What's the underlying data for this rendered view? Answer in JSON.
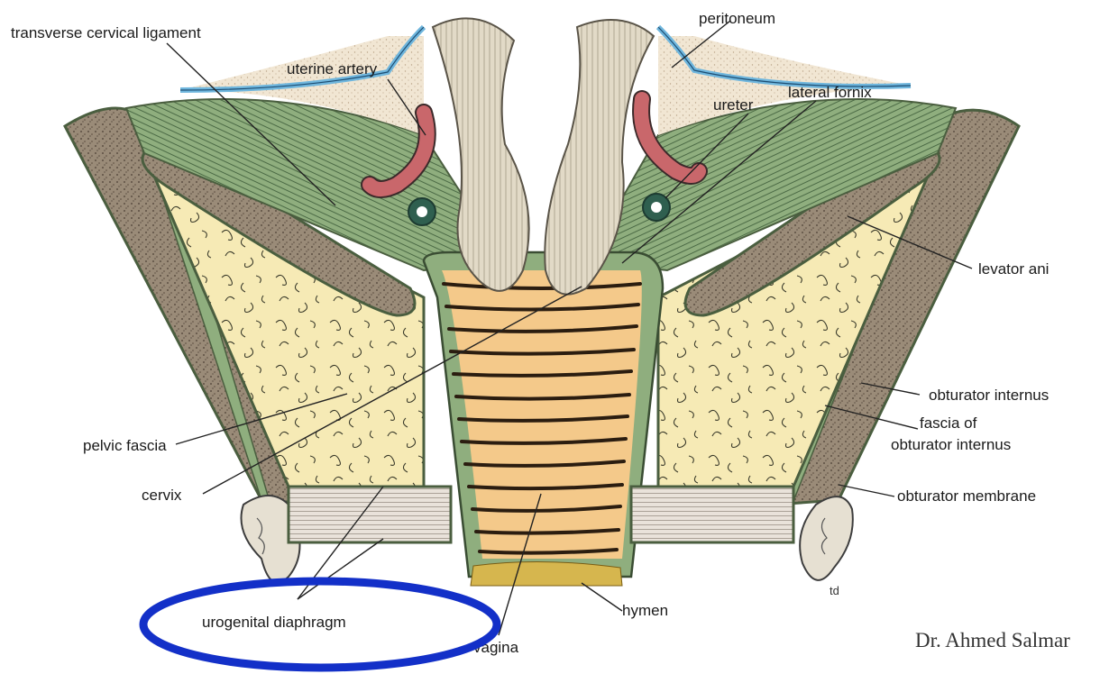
{
  "labels": {
    "transverse_cervical_ligament": "transverse cervical ligament",
    "uterine_artery": "uterine artery",
    "peritoneum": "peritoneum",
    "lateral_fornix": "lateral fornix",
    "ureter": "ureter",
    "levator_ani": "levator ani",
    "obturator_internus": "obturator internus",
    "fascia_of_obturator_internus_line1": "fascia of",
    "fascia_of_obturator_internus_line2": "obturator internus",
    "obturator_membrane": "obturator membrane",
    "pelvic_fascia": "pelvic fascia",
    "cervix": "cervix",
    "urogenital_diaphragm": "urogenital diaphragm",
    "vagina": "vagina",
    "hymen": "hymen"
  },
  "artist_signature": "td",
  "credit": "Dr. Ahmed Salmar",
  "highlight": {
    "target": "urogenital diaphragm",
    "color": "#1330c8"
  },
  "colors": {
    "muscle_green": "#8fae7e",
    "fat_yellow": "#f6eab5",
    "vagina_orange": "#f4c98a",
    "peritoneum_blue": "#6fb6dd",
    "artery_red": "#c9676b",
    "levator_brown": "#9c8b73"
  }
}
